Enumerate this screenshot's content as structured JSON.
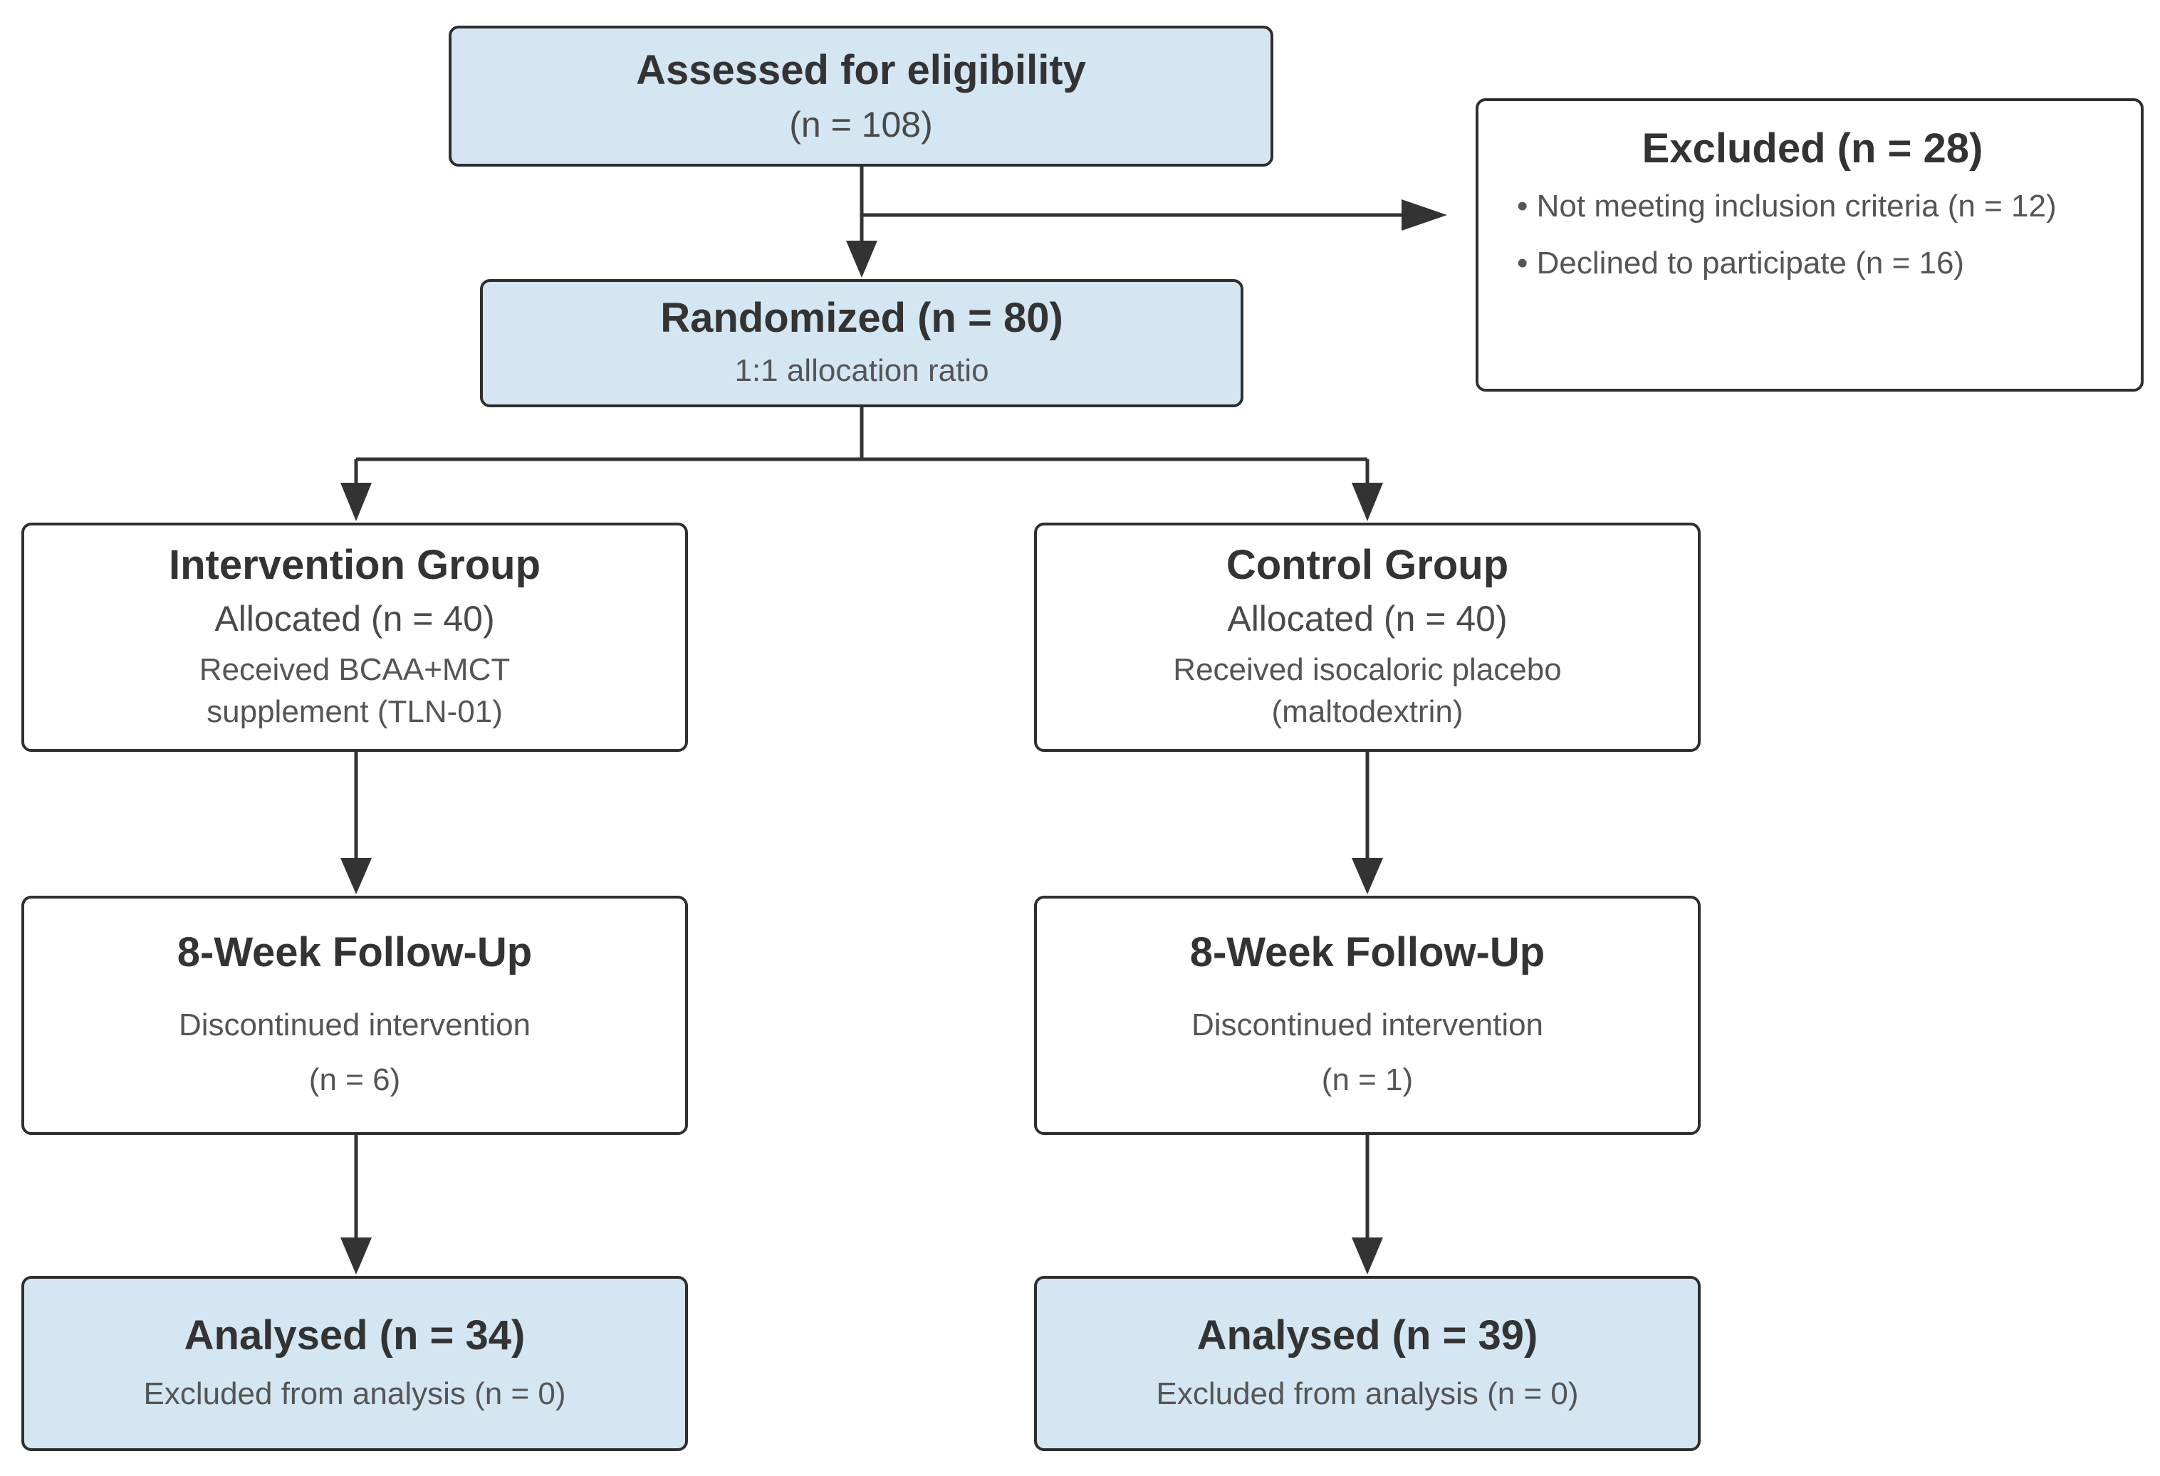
{
  "assessed": {
    "title": "Assessed for eligibility",
    "count": "(n = 108)"
  },
  "excluded": {
    "title": "Excluded (n = 28)",
    "reasons": [
      "Not meeting inclusion criteria (n = 12)",
      "Declined to participate (n = 16)"
    ]
  },
  "randomized": {
    "title": "Randomized (n = 80)",
    "ratio": "1:1 allocation ratio"
  },
  "intervention": {
    "group": {
      "title": "Intervention Group",
      "allocated": "Allocated (n = 40)",
      "received": "Received BCAA+MCT supplement (TLN-01)"
    },
    "followup": {
      "title": "8-Week Follow-Up",
      "discontinued": "Discontinued intervention",
      "count": "(n = 6)"
    },
    "analysed": {
      "title": "Analysed (n = 34)",
      "excluded": "Excluded from analysis (n = 0)"
    }
  },
  "control": {
    "group": {
      "title": "Control Group",
      "allocated": "Allocated (n = 40)",
      "received": "Received isocaloric placebo (maltodextrin)"
    },
    "followup": {
      "title": "8-Week Follow-Up",
      "discontinued": "Discontinued intervention",
      "count": "(n = 1)"
    },
    "analysed": {
      "title": "Analysed (n = 39)",
      "excluded": "Excluded from analysis (n = 0)"
    }
  },
  "colors": {
    "shaded_box": "#d3e6f2",
    "border": "#2f2f2f",
    "connector": "#333333"
  }
}
